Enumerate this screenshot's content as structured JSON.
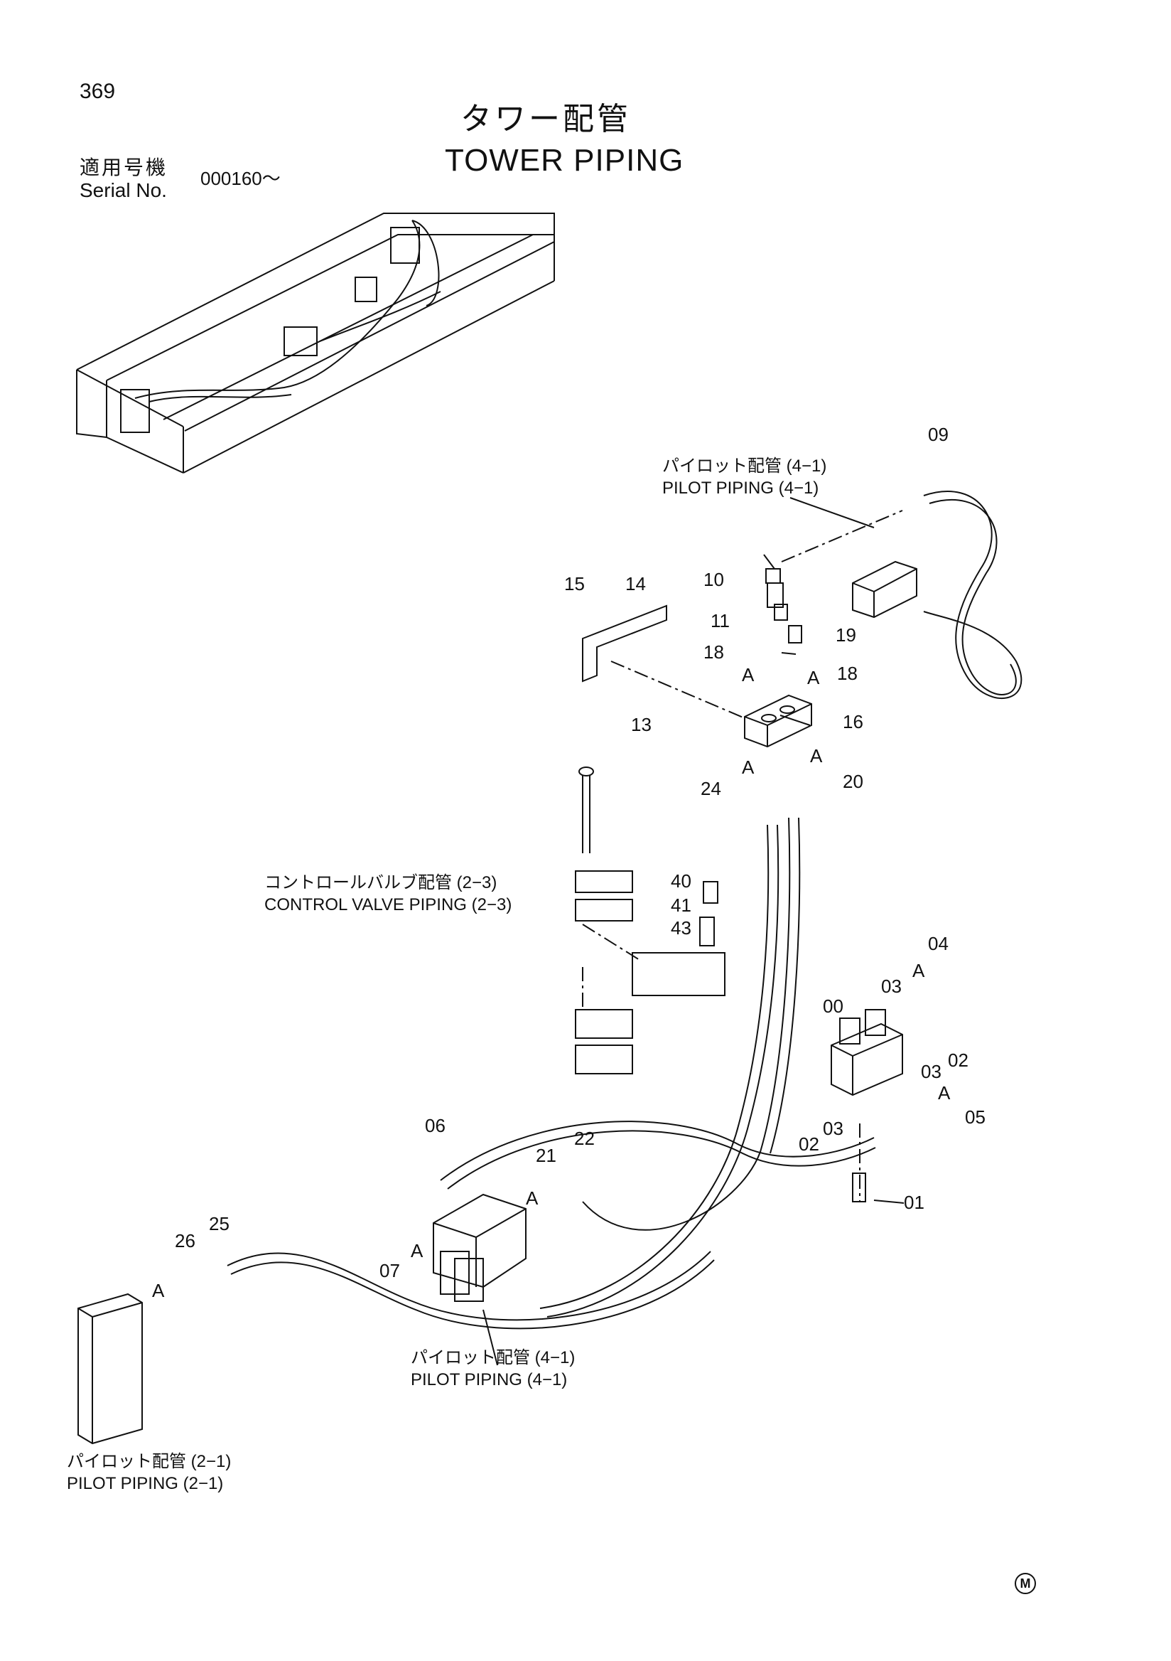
{
  "page_number": "369",
  "title_jp": "タワー配管",
  "title_en": "TOWER PIPING",
  "serial": {
    "label_jp": "適用号機",
    "label_en": "Serial No.",
    "value": "000160〜"
  },
  "references": {
    "pilot_4_1_top": {
      "jp": "パイロット配管 (4−1)",
      "en": "PILOT PIPING (4−1)"
    },
    "control_valve": {
      "jp": "コントロールバルブ配管 (2−3)",
      "en": "CONTROL VALVE PIPING (2−3)"
    },
    "pilot_4_1_bottom": {
      "jp": "パイロット配管 (4−1)",
      "en": "PILOT PIPING (4−1)"
    },
    "pilot_2_1": {
      "jp": "パイロット配管 (2−1)",
      "en": "PILOT PIPING (2−1)"
    }
  },
  "part_numbers": [
    "00",
    "01",
    "02",
    "03",
    "04",
    "05",
    "06",
    "07",
    "09",
    "10",
    "11",
    "13",
    "14",
    "15",
    "16",
    "18",
    "19",
    "20",
    "21",
    "22",
    "24",
    "25",
    "26",
    "40",
    "41",
    "43"
  ],
  "detail_marker": "A",
  "corner_mark": "M"
}
